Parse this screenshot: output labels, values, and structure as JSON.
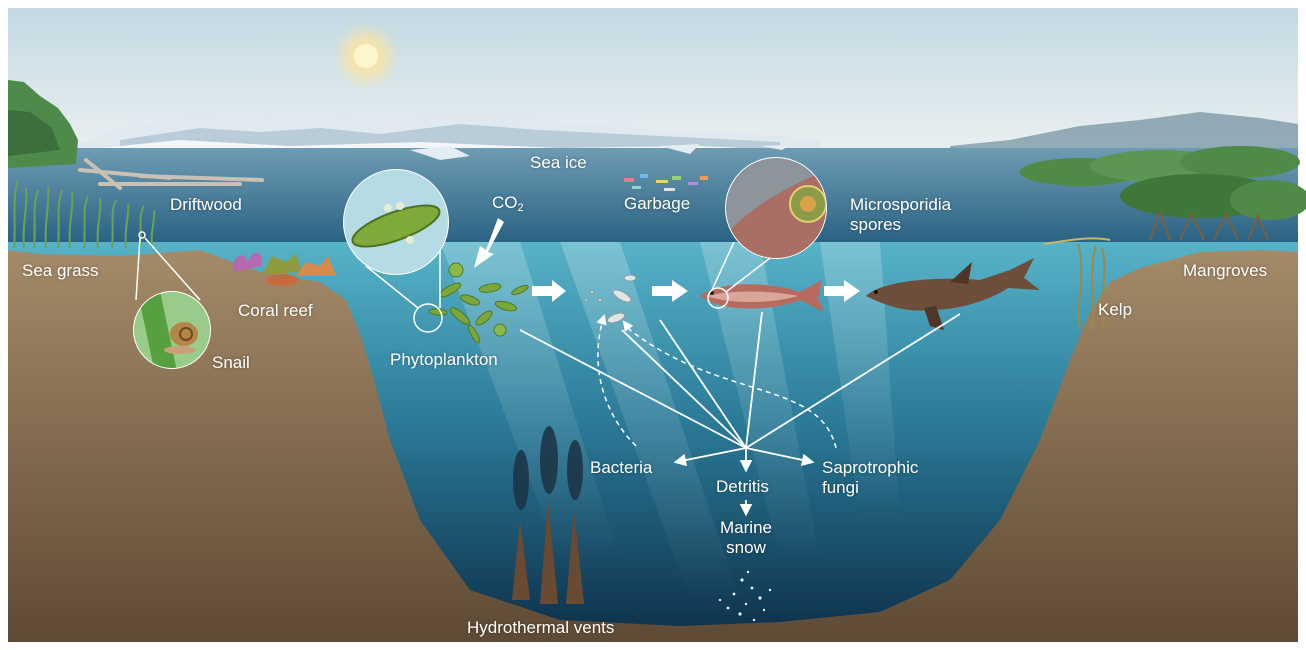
{
  "labels": {
    "sea_ice": "Sea ice",
    "driftwood": "Driftwood",
    "co2_main": "CO",
    "co2_sub": "2",
    "garbage": "Garbage",
    "microsporidia_line1": "Microsporidia",
    "microsporidia_line2": "spores",
    "sea_grass": "Sea grass",
    "coral_reef": "Coral reef",
    "snail": "Snail",
    "phytoplankton": "Phytoplankton",
    "mangroves": "Mangroves",
    "kelp": "Kelp",
    "bacteria": "Bacteria",
    "detritis": "Detritis",
    "saprotrophic_line1": "Saprotrophic",
    "saprotrophic_line2": "fungi",
    "marine_snow_line1": "Marine",
    "marine_snow_line2": "snow",
    "hydrothermal_vents": "Hydrothermal vents"
  },
  "colors": {
    "sky_top": "#c9dde6",
    "sky_bottom": "#e7eef0",
    "sea_surface": "#2f6f93",
    "water_top": "#4aa0bb",
    "water_bottom": "#0f3550",
    "ground": "#8a7358",
    "ground_dark": "#6b563f"
  }
}
